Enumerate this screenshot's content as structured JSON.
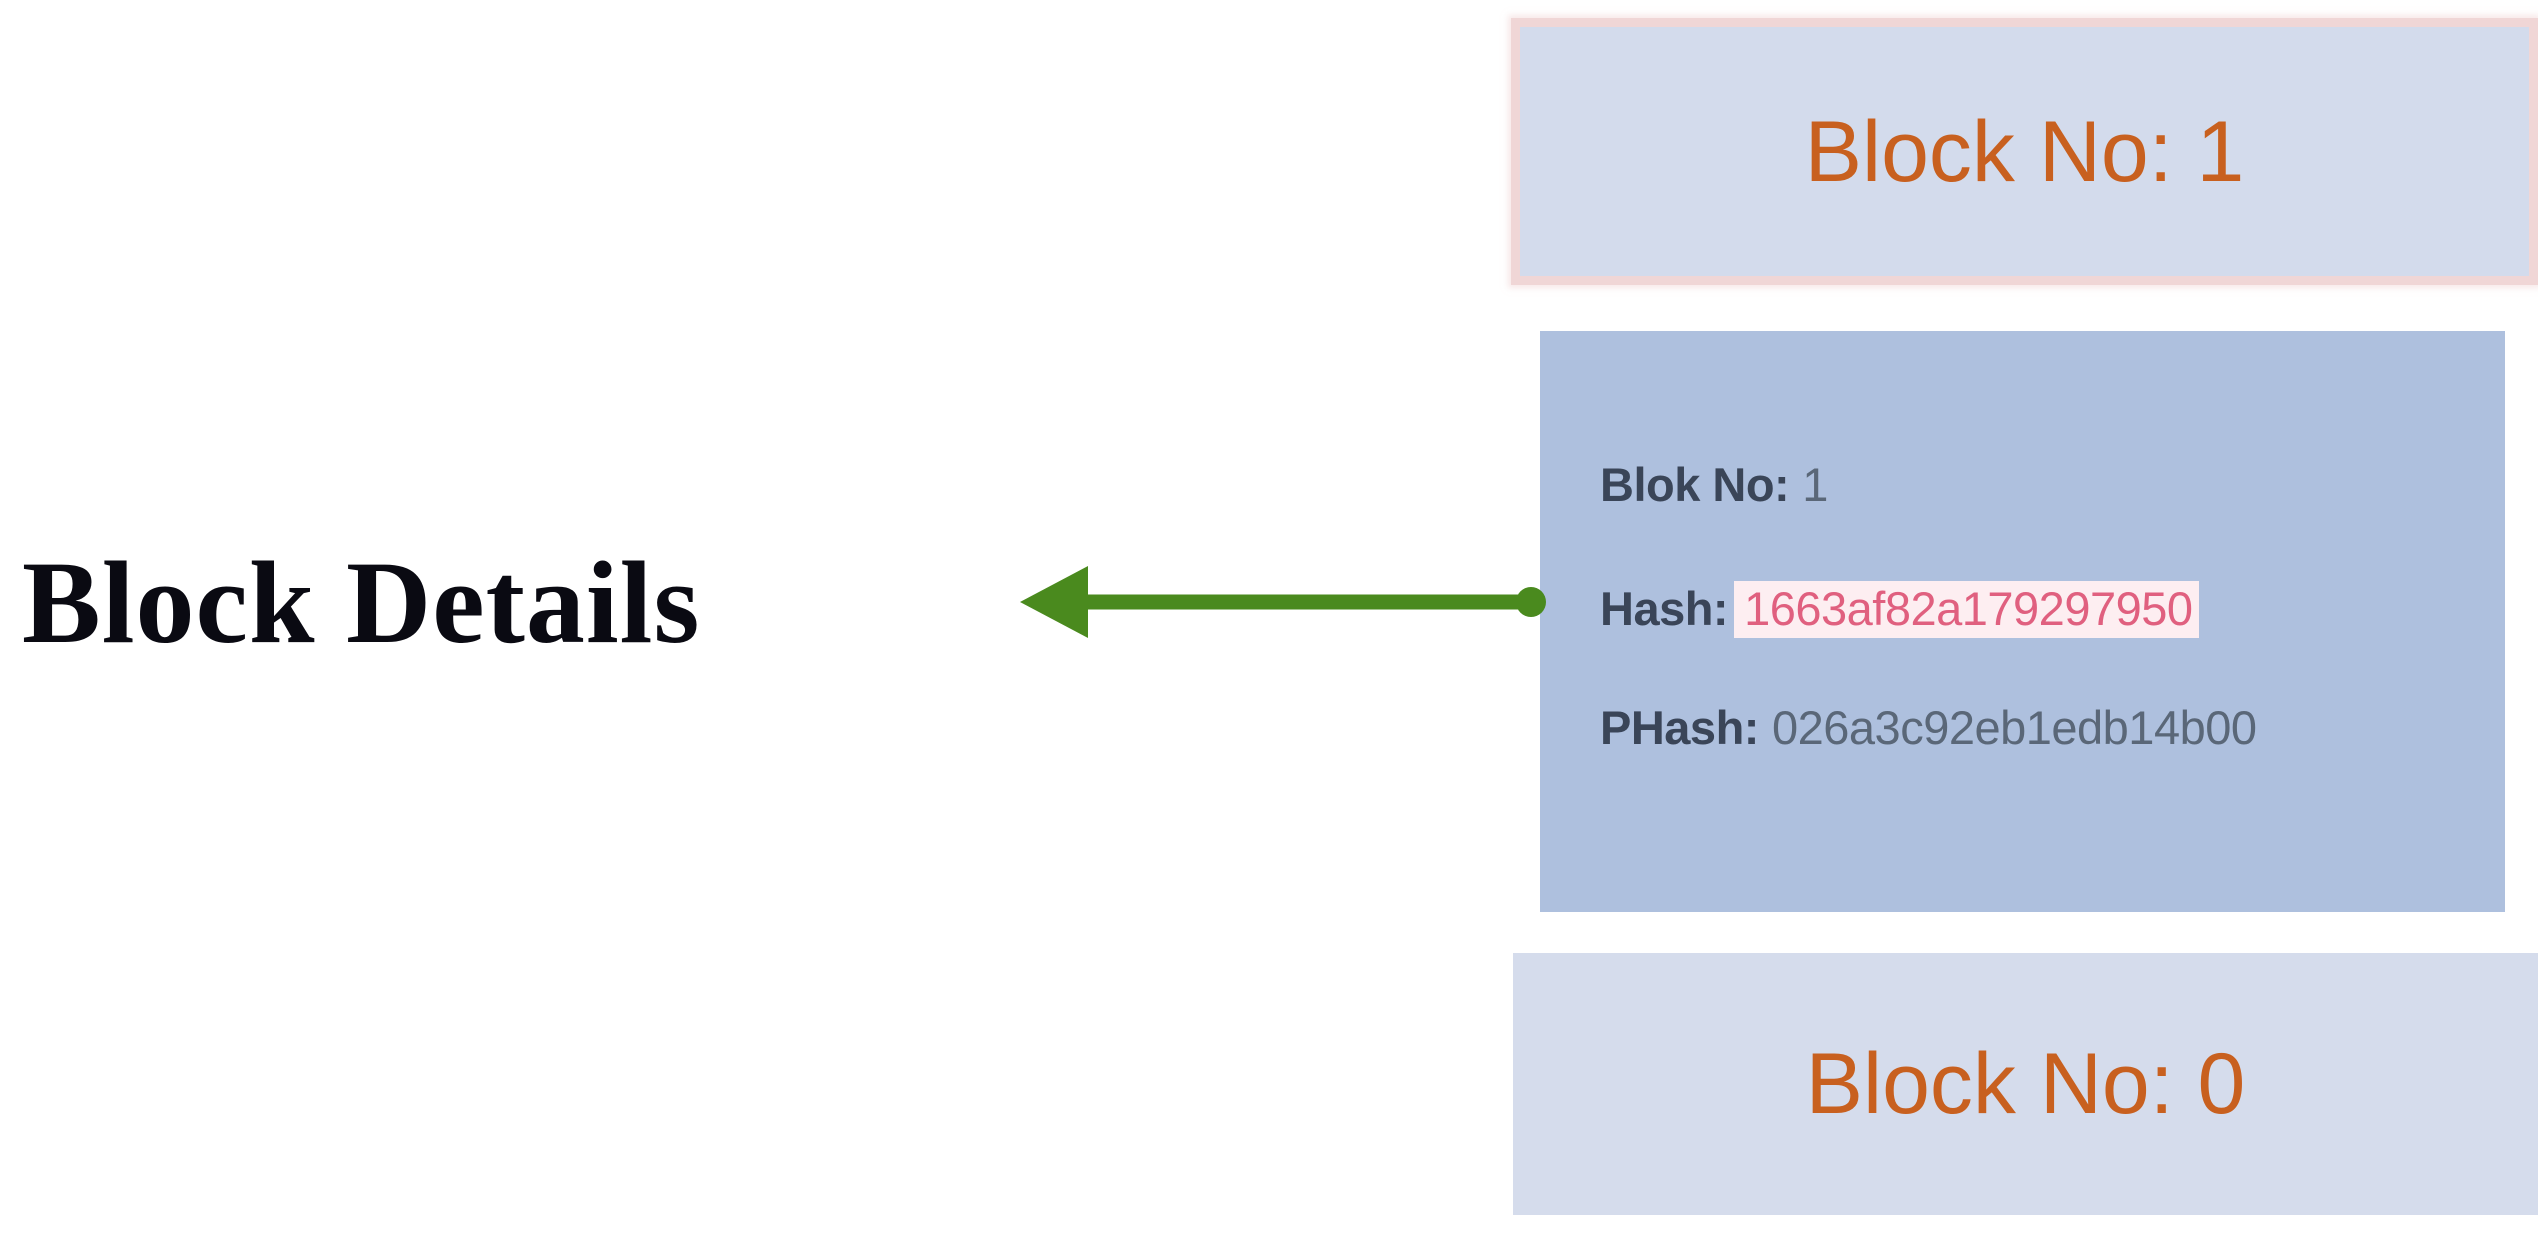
{
  "diagram": {
    "title_label": "Block Details",
    "accent_colors": {
      "block_label_orange": "#c8601f",
      "panel_blue": "#aec0de",
      "card_blue": "#d3dbec",
      "card_border_pink": "#f0d6d6",
      "arrow_green": "#4a8a1e",
      "hash_highlight_bg": "#fdeef1",
      "hash_highlight_text": "#e0607f",
      "detail_key_text": "#3a4558"
    }
  },
  "blocks": {
    "top_card": {
      "label": "Block No: 1",
      "highlighted": true
    },
    "bottom_card": {
      "label": "Block No: 0",
      "highlighted": false
    }
  },
  "details_panel": {
    "rows": [
      {
        "key": "Blok No:",
        "value": "1",
        "highlighted": false
      },
      {
        "key": "Hash:",
        "value": "1663af82a179297950",
        "highlighted": true
      },
      {
        "key": "PHash:",
        "value": "026a3c92eb1edb14b00",
        "highlighted": false
      }
    ]
  },
  "annotation": {
    "arrow_icon": "left-arrow-icon",
    "arrow_direction": "left"
  }
}
